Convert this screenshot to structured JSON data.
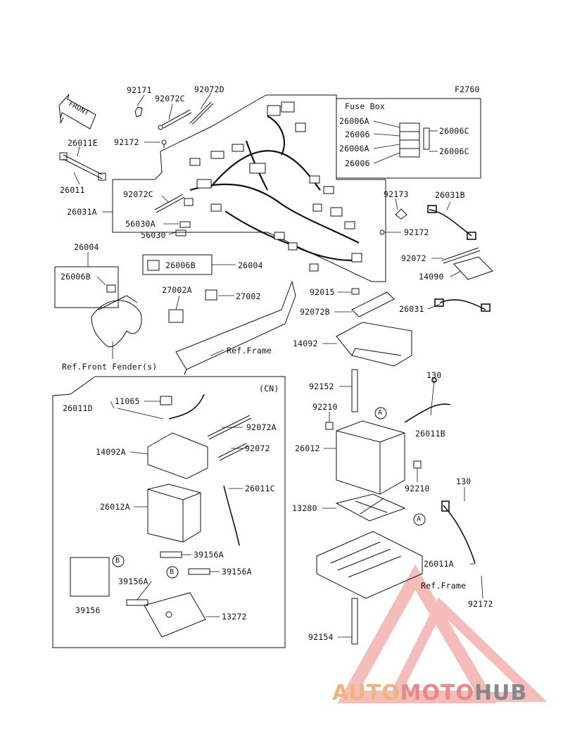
{
  "figure_id": "F2760",
  "front_arrow": "FRONT",
  "fuse_box_title": "Fuse Box",
  "cn_label": "(CN)",
  "ref_frame": "Ref.Frame",
  "ref_frame_2": "Ref.Frame",
  "ref_front_fender": "Ref.Front Fender(s)",
  "callout_a": "A",
  "callout_b": "B",
  "labels": {
    "p92171": "92171",
    "p92072C_top": "92072C",
    "p92072D": "92072D",
    "p92172_top": "92172",
    "p26011E": "26011E",
    "p26011": "26011",
    "p92072C_mid": "92072C",
    "p26031A": "26031A",
    "p56030A": "56030A",
    "p56030": "56030",
    "p26004_left": "26004",
    "p26006B_left": "26006B",
    "p26006B_box": "26006B",
    "p26004_right": "26004",
    "p27002A": "27002A",
    "p27002": "27002",
    "fb_26006A_1": "26006A",
    "fb_26006_1": "26006",
    "fb_26006A_2": "26006A",
    "fb_26006_2": "26006",
    "fb_26006C_1": "26006C",
    "fb_26006C_2": "26006C",
    "p92173": "92173",
    "p26031B": "26031B",
    "p92172_right": "92172",
    "p92072_right": "92072",
    "p14090": "14090",
    "p26031": "26031",
    "p92015": "92015",
    "p92072B": "92072B",
    "p14092": "14092",
    "p92152": "92152",
    "p130_top": "130",
    "p92210_top": "92210",
    "p26011B": "26011B",
    "p26012": "26012",
    "p92210_bot": "92210",
    "p130_bot": "130",
    "p13280": "13280",
    "p26011A": "26011A",
    "p92172_bot": "92172",
    "p92154": "92154",
    "p26011D": "26011D",
    "p11065": "11065",
    "p92072A": "92072A",
    "p14092A": "14092A",
    "p92072_cn": "92072",
    "p26011C": "26011C",
    "p26012A": "26012A",
    "p39156A_1": "39156A",
    "p39156A_2": "39156A",
    "p39156A_3": "39156A",
    "p39156": "39156",
    "p13272": "13272"
  },
  "watermark": {
    "part1": "AUTO",
    "part2": "MOTO",
    "part3": "HUB"
  },
  "colors": {
    "line": "#111111",
    "watermark_orange": "#f2b37c",
    "watermark_red": "#e98a86",
    "watermark_gray": "#888888"
  }
}
